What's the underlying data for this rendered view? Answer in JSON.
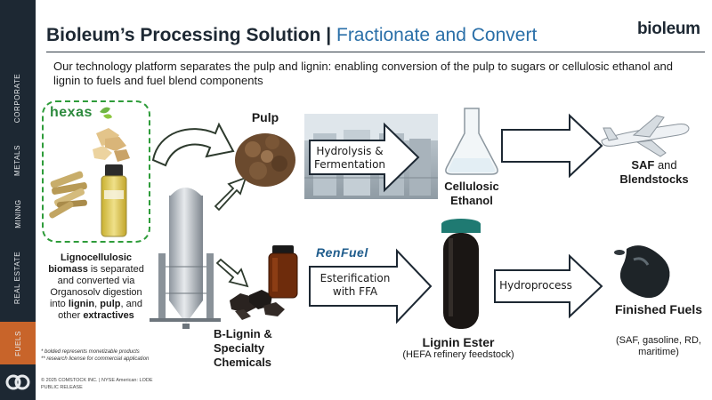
{
  "sidebar": {
    "items": [
      {
        "label": "CORPORATE",
        "active": false
      },
      {
        "label": "METALS",
        "active": false
      },
      {
        "label": "MINING",
        "active": false
      },
      {
        "label": "REAL ESTATE",
        "active": false
      },
      {
        "label": "FUELS",
        "active": true
      }
    ]
  },
  "header": {
    "title_bold": "Bioleum’s Processing Solution |",
    "title_sub": " Fractionate and Convert",
    "brand": "bioleum"
  },
  "intro": "Our technology platform separates the pulp and lignin: enabling conversion of the pulp to sugars or cellulosic ethanol and lignin to fuels and fuel blend components",
  "feedstock": {
    "brand": "hexas",
    "desc_parts": {
      "a": "Lignocellulosic biomass",
      "b": " is separated and converted via Organosolv digestion into ",
      "c": "lignin",
      "d": ", ",
      "e": "pulp",
      "f": ", and other ",
      "g": "extractives"
    },
    "footnote1": "* bolded represents monetizable products",
    "footnote2": "** research license for commercial application"
  },
  "copyright": {
    "line1": "© 2025 COMSTOCK INC. | NYSE American: LODE",
    "line2": "PUBLIC RELEASE"
  },
  "pulp": {
    "label": "Pulp"
  },
  "blignin": {
    "label": "B-Lignin & Specialty Chemicals"
  },
  "steps": {
    "hydrolysis": "Hydrolysis & Fermentation",
    "esterification": "Esterification with FFA",
    "hydroprocess": "Hydroprocess"
  },
  "cellulosic": {
    "label": "Cellulosic Ethanol"
  },
  "saf": {
    "label_bold": "SAF",
    "label_rest": " and",
    "label2": "Blendstocks"
  },
  "renfuel": {
    "label": "RenFuel"
  },
  "lignin_ester": {
    "label": "Lignin Ester",
    "sub": "(HEFA refinery feedstock)"
  },
  "finished": {
    "label": "Finished Fuels",
    "sub": "(SAF, gasoline, RD, maritime)"
  },
  "colors": {
    "sidebar": "#1d2833",
    "active": "#c8642a",
    "accent": "#2a6fa8",
    "green": "#2e9c3a"
  }
}
